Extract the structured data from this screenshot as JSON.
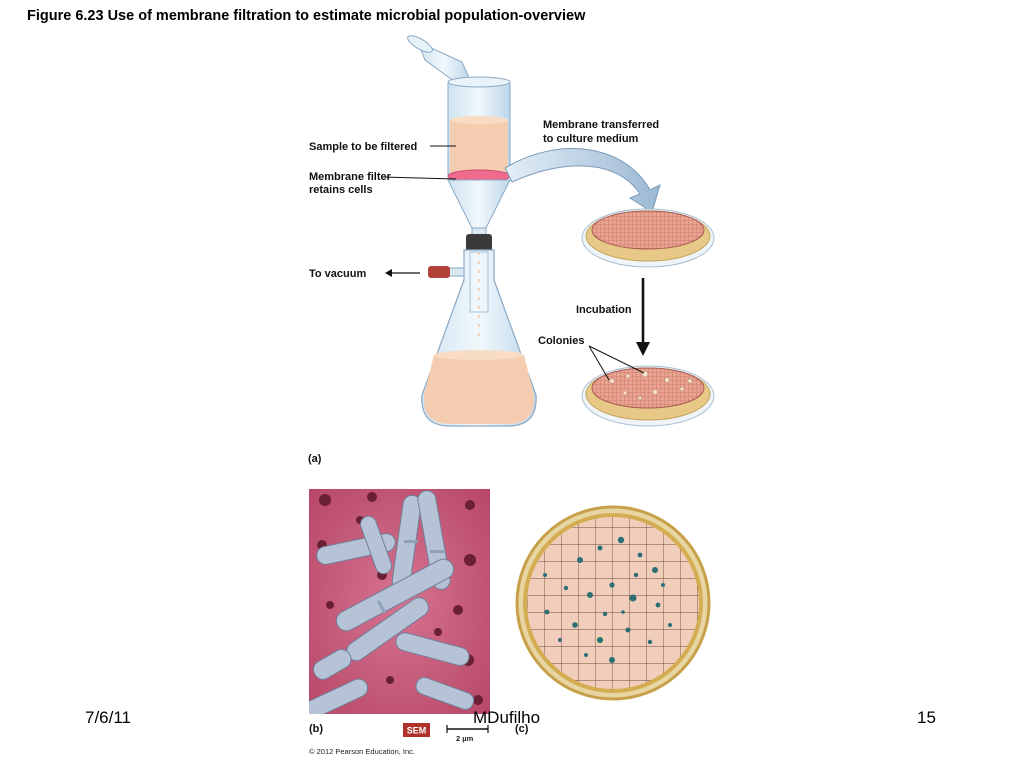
{
  "slide": {
    "title": "Figure 6.23  Use of membrane filtration to estimate microbial population-overview"
  },
  "diagram": {
    "labels": {
      "sample": "Sample to be filtered",
      "filter_line1": "Membrane filter",
      "filter_line2": "retains cells",
      "transfer_line1": "Membrane transferred",
      "transfer_line2": "to culture medium",
      "vacuum": "To vacuum",
      "incubation": "Incubation",
      "colonies": "Colonies"
    },
    "panels": {
      "a": "(a)",
      "b": "(b)",
      "c": "(c)"
    },
    "sem_badge": "SEM",
    "scale_bar": "2 µm",
    "copyright": "© 2012 Pearson Education, Inc."
  },
  "footer": {
    "date": "7/6/11",
    "author": "MDufilho",
    "page": "15"
  },
  "colors": {
    "peach": "#f3c9a8",
    "pink_filter": "#f06a8e",
    "sem_bg": "#c85a78",
    "badge": "#b0302a",
    "plate_rim": "#c9a23a"
  }
}
